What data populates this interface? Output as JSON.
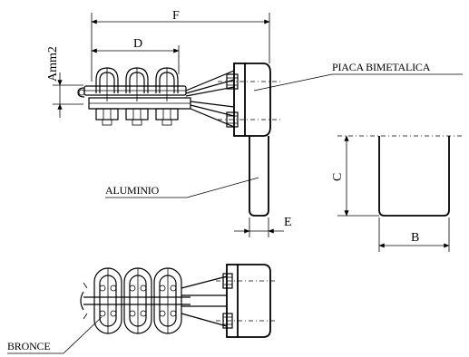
{
  "dimensions": {
    "F": "F",
    "D": "D",
    "section": "Amm2",
    "C": "C",
    "B": "B",
    "E": "E"
  },
  "callouts": {
    "plate": "PIACA BIMETALICA",
    "aluminum": "ALUMINIO",
    "bronze": "BRONCE"
  }
}
